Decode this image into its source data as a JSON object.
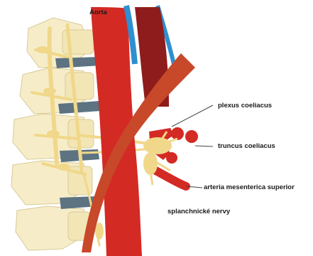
{
  "labels": {
    "aorta": "Aorta",
    "plexus": "plexus coeliacus",
    "truncus": "truncus coeliacus",
    "arteria": "arteria mesenterica superior",
    "nerves": "splanchnické nervy"
  },
  "colors": {
    "aorta_red": "#d42a24",
    "vein_dark": "#8e1c1c",
    "vessel_blue": "#2f8fd0",
    "muscle_orange": "#c8482a",
    "vertebra_cream": "#f6edc8",
    "disc_slate": "#5d7382",
    "nerve_yellow": "#f0d78a"
  }
}
